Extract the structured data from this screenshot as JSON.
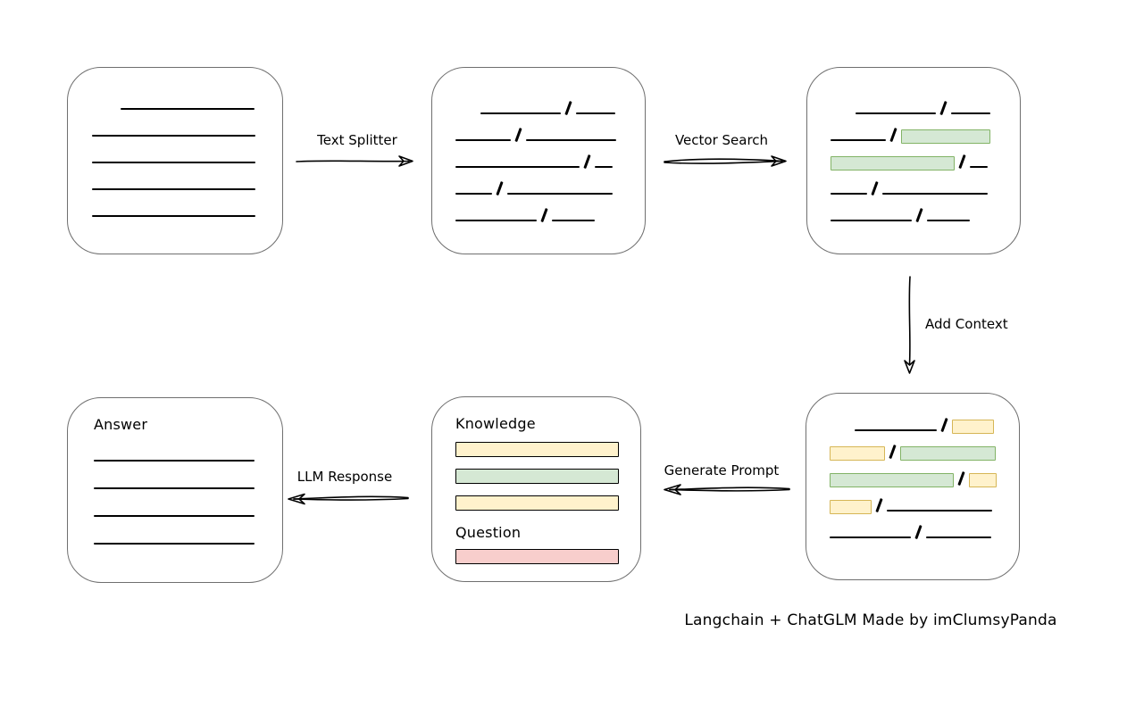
{
  "colors": {
    "line": "#000000",
    "box_border": "#6f6f6f",
    "green_fill": "#d5e8d4",
    "green_border": "#82b366",
    "yellow_fill": "#fff2cc",
    "yellow_border": "#d6b656",
    "red_fill": "#f8cecc",
    "red_border": "#b85450"
  },
  "arrows": {
    "text_splitter": {
      "label": "Text Splitter",
      "direction": "right"
    },
    "vector_search": {
      "label": "Vector Search",
      "direction": "right"
    },
    "add_context": {
      "label": "Add Context",
      "direction": "down"
    },
    "generate_prompt": {
      "label": "Generate Prompt",
      "direction": "left"
    },
    "llm_response": {
      "label": "LLM Response",
      "direction": "left"
    }
  },
  "nodes": {
    "source_document": {
      "rows": [
        {
          "indent": 32,
          "segs": [
            {
              "t": "line",
              "w": 150
            }
          ]
        },
        {
          "segs": [
            {
              "t": "line",
              "w": 183
            }
          ]
        },
        {
          "segs": [
            {
              "t": "line",
              "w": 183
            }
          ]
        },
        {
          "segs": [
            {
              "t": "line",
              "w": 183
            }
          ]
        },
        {
          "segs": [
            {
              "t": "line",
              "w": 183
            }
          ]
        }
      ]
    },
    "split_chunks": {
      "rows": [
        {
          "indent": 28,
          "segs": [
            {
              "t": "line",
              "w": 90
            },
            {
              "t": "slash"
            },
            {
              "t": "line",
              "w": 44
            }
          ]
        },
        {
          "segs": [
            {
              "t": "line",
              "w": 62
            },
            {
              "t": "slash"
            },
            {
              "t": "line",
              "w": 101
            }
          ]
        },
        {
          "segs": [
            {
              "t": "line",
              "w": 139
            },
            {
              "t": "slash"
            },
            {
              "t": "line",
              "w": 20
            }
          ]
        },
        {
          "segs": [
            {
              "t": "line",
              "w": 41
            },
            {
              "t": "slash"
            },
            {
              "t": "line",
              "w": 118
            }
          ]
        },
        {
          "segs": [
            {
              "t": "line",
              "w": 91
            },
            {
              "t": "slash"
            },
            {
              "t": "line",
              "w": 48
            }
          ]
        }
      ]
    },
    "matched_chunks": {
      "rows": [
        {
          "indent": 28,
          "segs": [
            {
              "t": "line",
              "w": 90
            },
            {
              "t": "slash"
            },
            {
              "t": "line",
              "w": 44
            }
          ]
        },
        {
          "segs": [
            {
              "t": "line",
              "w": 62
            },
            {
              "t": "slash"
            },
            {
              "t": "hl",
              "c": "green",
              "w": 100
            }
          ]
        },
        {
          "segs": [
            {
              "t": "hl",
              "c": "green",
              "w": 139
            },
            {
              "t": "slash"
            },
            {
              "t": "line",
              "w": 20
            }
          ]
        },
        {
          "segs": [
            {
              "t": "line",
              "w": 41
            },
            {
              "t": "slash"
            },
            {
              "t": "line",
              "w": 118
            }
          ]
        },
        {
          "segs": [
            {
              "t": "line",
              "w": 91
            },
            {
              "t": "slash"
            },
            {
              "t": "line",
              "w": 48
            }
          ]
        }
      ]
    },
    "context_chunks": {
      "rows": [
        {
          "indent": 28,
          "segs": [
            {
              "t": "line",
              "w": 92
            },
            {
              "t": "slash"
            },
            {
              "t": "hl",
              "c": "yellow",
              "w": 47
            }
          ]
        },
        {
          "segs": [
            {
              "t": "hl",
              "c": "yellow",
              "w": 62
            },
            {
              "t": "slash"
            },
            {
              "t": "hl",
              "c": "green",
              "w": 107
            }
          ]
        },
        {
          "segs": [
            {
              "t": "hl",
              "c": "green",
              "w": 139
            },
            {
              "t": "slash"
            },
            {
              "t": "hl",
              "c": "yellow",
              "w": 31
            }
          ]
        },
        {
          "segs": [
            {
              "t": "hl",
              "c": "yellow",
              "w": 47
            },
            {
              "t": "slash"
            },
            {
              "t": "line",
              "w": 118
            }
          ]
        },
        {
          "segs": [
            {
              "t": "line",
              "w": 91
            },
            {
              "t": "slash"
            },
            {
              "t": "line",
              "w": 73
            }
          ]
        }
      ]
    },
    "prompt": {
      "knowledge_label": "Knowledge",
      "question_label": "Question",
      "knowledge_bars": [
        {
          "c": "yellow",
          "name": "knowledge-bar"
        },
        {
          "c": "green",
          "name": "knowledge-bar"
        },
        {
          "c": "yellow",
          "name": "knowledge-bar"
        }
      ],
      "question_bars": [
        {
          "c": "red",
          "name": "question-bar"
        }
      ]
    },
    "answer": {
      "title": "Answer",
      "rows": [
        {
          "segs": [
            {
              "t": "line",
              "w": 180
            }
          ]
        },
        {
          "segs": [
            {
              "t": "line",
              "w": 180
            }
          ]
        },
        {
          "segs": [
            {
              "t": "line",
              "w": 180
            }
          ]
        },
        {
          "segs": [
            {
              "t": "line",
              "w": 180
            }
          ]
        }
      ]
    }
  },
  "footer": {
    "text": "Langchain + ChatGLM Made by imClumsyPanda"
  }
}
